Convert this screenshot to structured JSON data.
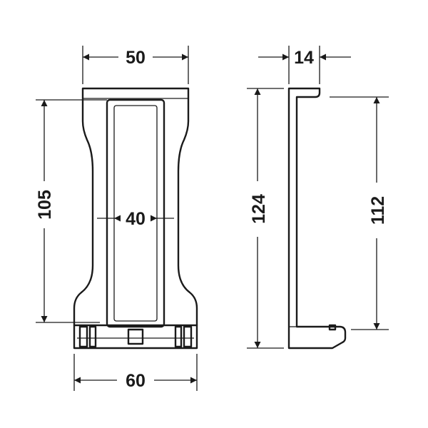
{
  "diagram": {
    "front_view": {
      "dim_width_top": "50",
      "dim_height_inner": "105",
      "dim_inner_width": "40",
      "dim_width_bottom": "60"
    },
    "side_view": {
      "dim_depth": "14",
      "dim_height_total": "124",
      "dim_height_inner": "112"
    },
    "colors": {
      "ink": "#1a1a1a",
      "background": "#ffffff"
    }
  }
}
